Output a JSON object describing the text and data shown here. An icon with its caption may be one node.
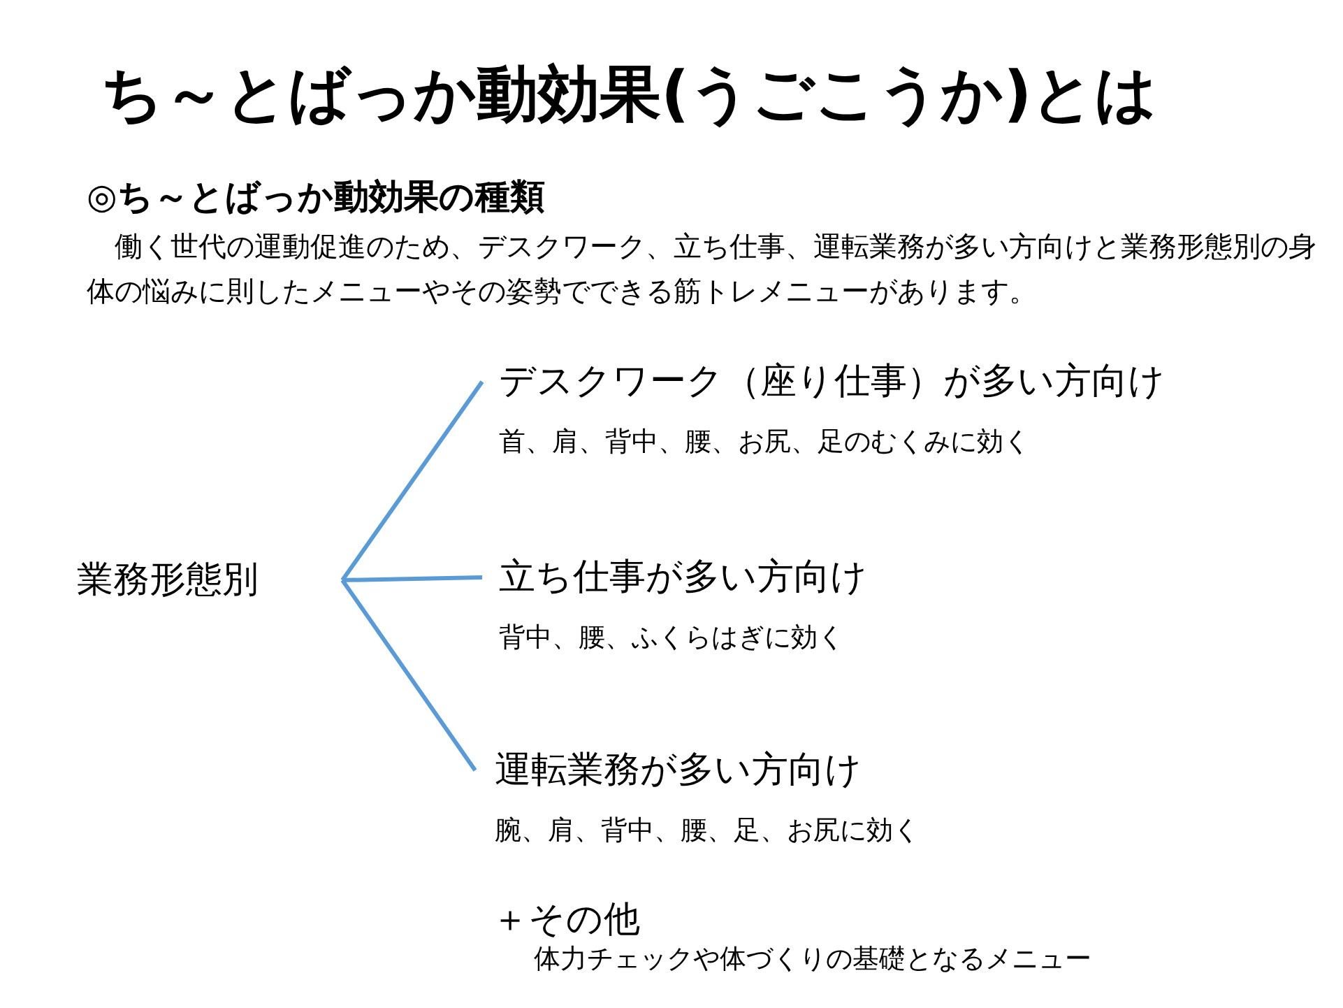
{
  "diagram": {
    "title": "ち～とばっか動効果(うごこうか)とは",
    "nodes": [
      {
        "text": [
          "業務形態別"
        ]
      },
      {
        "text": [
          "デスクワーク（座り仕事）が多い方向け",
          "首、肩、背中、腰、お尻、足のむくみに効く"
        ]
      },
      {
        "text": [
          "立ち仕事が多い方向け",
          "背中、腰、ふくらはぎに効く"
        ]
      },
      {
        "text": [
          "運転業務が多い方向け",
          "腕、肩、背中、腰、足、お尻に効く"
        ]
      }
    ],
    "edges": [
      {
        "from": 0,
        "to": 1,
        "arrow": "none"
      },
      {
        "from": 0,
        "to": 2,
        "arrow": "none"
      },
      {
        "from": 0,
        "to": 3,
        "arrow": "none"
      }
    ],
    "labels": [
      "◎ち～とばっか動効果の種類",
      "働く世代の運動促進のため、デスクワーク、立ち仕事、運転業務が多い方向けと業務形態別の身体の悩みに則したメニューやその姿勢でできる筋トレメニューがあります。",
      "＋その他",
      "体力チェックや体づくりの基礎となるメニュー"
    ]
  }
}
